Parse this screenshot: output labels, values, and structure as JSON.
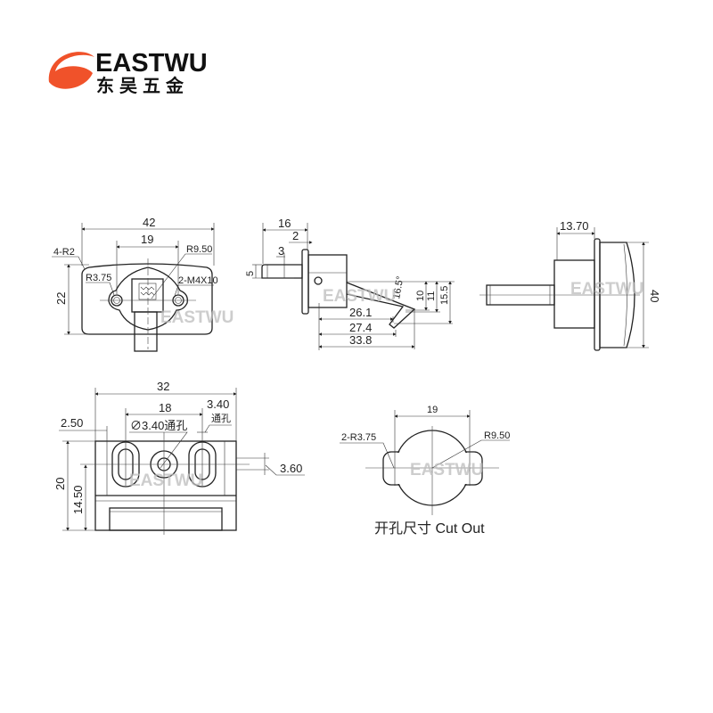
{
  "logo": {
    "brand": "EASTWU",
    "chinese": "东吴五金",
    "accent": "#f0522a"
  },
  "watermark": "EASTWU",
  "front_view": {
    "width": "42",
    "hole_spacing": "19",
    "height": "22",
    "corner_radius": "4-R2",
    "small_radius": "R3.75",
    "large_radius": "R9.50",
    "screws": "2-M4X10"
  },
  "side_view": {
    "length": "16",
    "flange": "2",
    "pin_offset": "3",
    "pin_height": "5",
    "angle": "16.5°",
    "d1": "26.1",
    "d2": "27.4",
    "d3": "33.8",
    "h1": "10",
    "h2": "11",
    "h3": "15.5"
  },
  "right_view": {
    "depth": "13.70",
    "height": "40"
  },
  "back_view": {
    "width": "32",
    "slot_spacing": "18",
    "center_hole": "∅3.40通孔",
    "slot_width": "3.40",
    "slot_note": "通孔",
    "edge": "2.50",
    "height": "20",
    "center_height": "14.50",
    "slot_offset": "3.60"
  },
  "cutout": {
    "width": "19",
    "small_radius": "2-R3.75",
    "large_radius": "R9.50",
    "caption": "开孔尺寸 Cut Out"
  }
}
